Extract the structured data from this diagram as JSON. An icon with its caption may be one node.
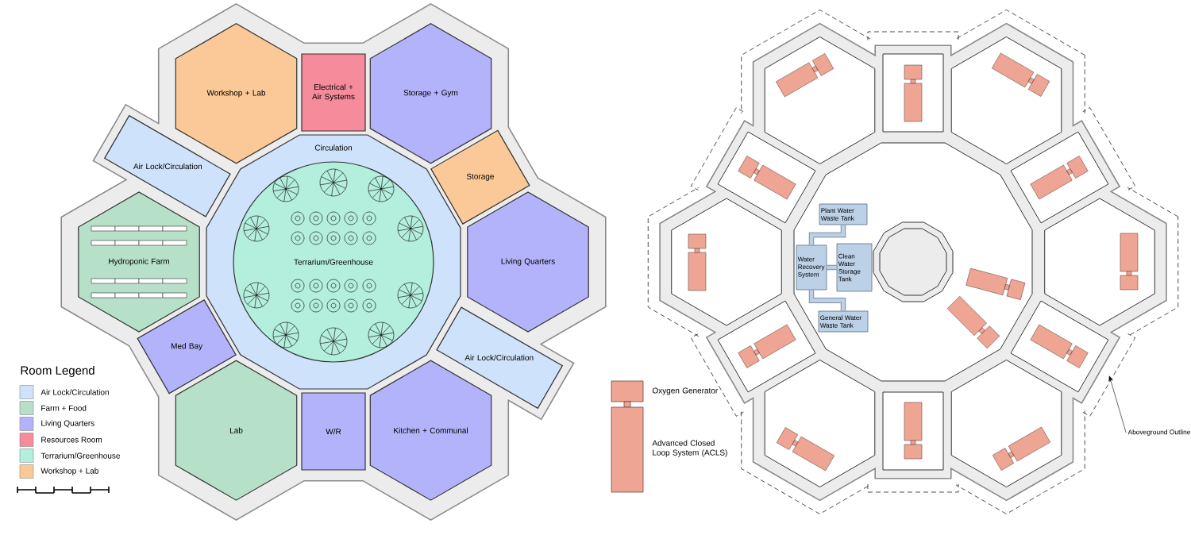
{
  "diagram": {
    "nodes": [
      {
        "text": [
          "Workshop + Lab"
        ]
      },
      {
        "text": [
          "Electrical + Air Systems"
        ]
      },
      {
        "text": [
          "Storage + Gym"
        ]
      },
      {
        "text": [
          "Circulation"
        ]
      },
      {
        "text": [
          "Air Lock/Circulation"
        ]
      },
      {
        "text": [
          "Storage"
        ]
      },
      {
        "text": [
          "Hydroponic Farm"
        ]
      },
      {
        "text": [
          "Terrarium/Greenhouse"
        ],
        "in": 3
      },
      {
        "text": [
          "Living Quarters"
        ]
      },
      {
        "text": [
          "Med Bay"
        ]
      },
      {
        "text": [
          "Air Lock/Circulation"
        ]
      },
      {
        "text": [
          "Lab"
        ]
      },
      {
        "text": [
          "W/R"
        ]
      },
      {
        "text": [
          "Kitchen + Communal"
        ]
      },
      {
        "text": [
          "Plant Water Waste Tank"
        ]
      },
      {
        "text": [
          "Water Recovery System"
        ]
      },
      {
        "text": [
          "Clean Water Storage Tank"
        ]
      },
      {
        "text": [
          "General Water Waste Tank"
        ]
      },
      {
        "text": [
          "Aboveground Outline"
        ]
      }
    ],
    "edges": [
      {
        "from": 14,
        "to": 15,
        "arrow": "none"
      },
      {
        "from": 15,
        "to": 16,
        "arrow": "none"
      },
      {
        "from": 15,
        "to": 17,
        "arrow": "none"
      },
      {
        "from": 18,
        "to": null,
        "arrow": "to",
        "color": "#000000"
      }
    ],
    "labels": [
      "Room Legend"
    ],
    "legend": [
      {
        "text": "Air Lock/Circulation",
        "color": "#cfe2fb"
      },
      {
        "text": "Farm + Food",
        "color": "#b6e0c8"
      },
      {
        "text": "Living Quarters",
        "color": "#b3b3fb"
      },
      {
        "text": "Resources Room",
        "color": "#f58b9b"
      },
      {
        "text": "Terrarium/Greenhouse",
        "color": "#b4eedd"
      },
      {
        "text": "Workshop + Lab",
        "color": "#fbc997"
      },
      {
        "text": "Oxygen Generator"
      },
      {
        "text": "Advanced Closed Loop System (ACLS)"
      }
    ]
  }
}
